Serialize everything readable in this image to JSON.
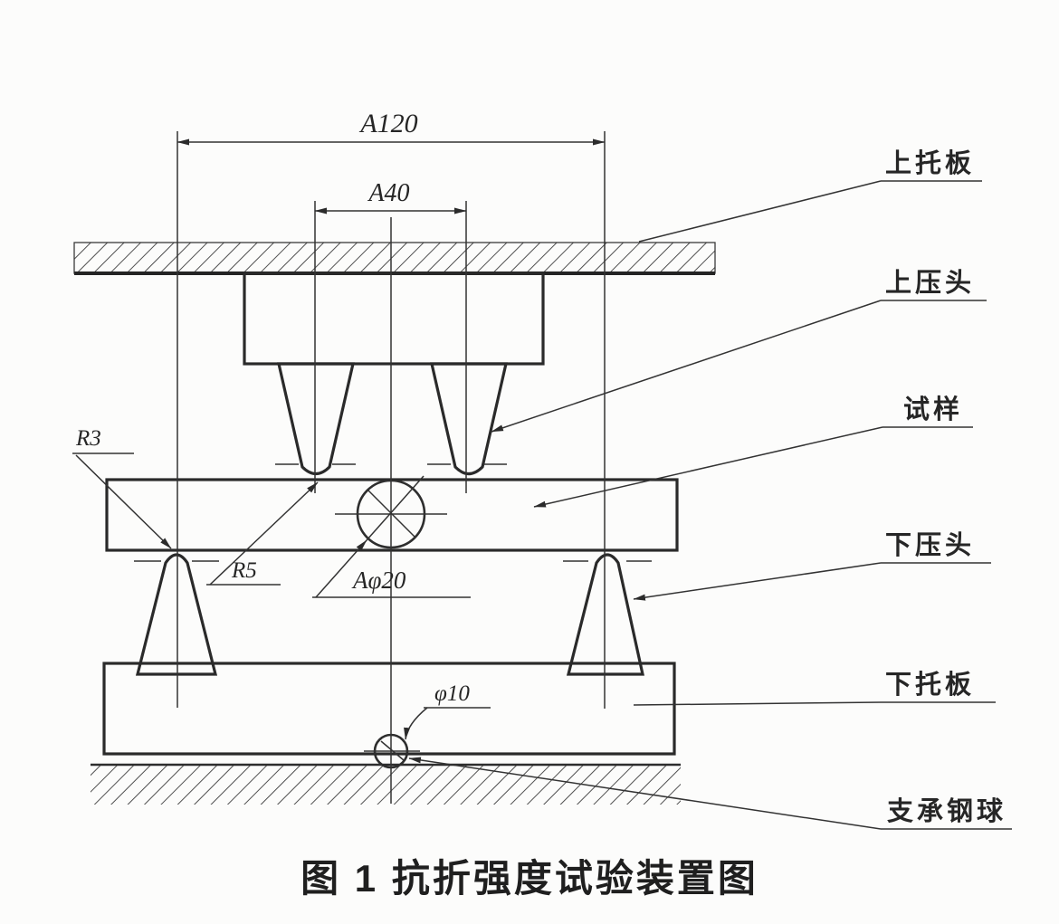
{
  "figure": {
    "caption": "图 1  抗折强度试验装置图",
    "colors": {
      "ink": "#303030",
      "background": "#fcfcfb"
    },
    "dimensions": {
      "span_outer": "A120",
      "span_inner": "A40",
      "lower_tip_radius": "R3",
      "upper_tip_radius": "R5",
      "center_hole": "Aφ20",
      "ball_diameter": "φ10"
    },
    "part_labels": {
      "upper_plate": "上托板",
      "upper_head": "上压头",
      "specimen": "试样",
      "lower_head": "下压头",
      "lower_plate": "下托板",
      "support_ball": "支承钢球"
    }
  }
}
